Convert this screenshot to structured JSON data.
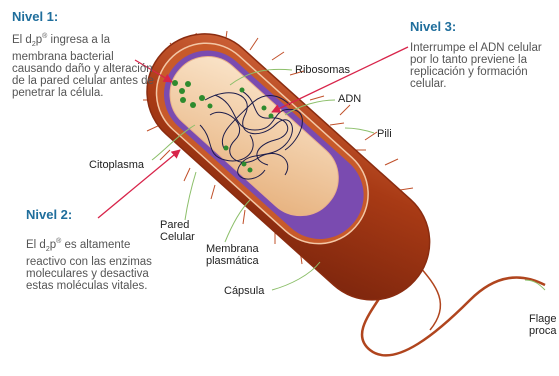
{
  "levels": [
    {
      "title": "Nivel 1:",
      "brand_pre": "El d",
      "brand_sub": "2",
      "brand_post": "p",
      "brand_mark": "®",
      "text": " ingresa a la membrana bacterial causando daño y alteración de la pared celular antes de penetrar la célula."
    },
    {
      "title": "Nivel 2:",
      "brand_pre": "El d",
      "brand_sub": "2",
      "brand_post": "p",
      "brand_mark": "®",
      "text": " es altamente reactivo con las enzimas moleculares y desactiva estas moléculas vitales."
    },
    {
      "title": "Nivel 3:",
      "text": "Interrumpe el ADN celular por lo tanto previene la replicación y formación celular."
    }
  ],
  "labels": {
    "ribosomas": "Ribosomas",
    "adn": "ADN",
    "pili": "Pili",
    "citoplasma": "Citoplasma",
    "pared_line1": "Pared",
    "pared_line2": "Celular",
    "membrana_line1": "Membrana",
    "membrana_line2": "plasmática",
    "capsula": "Cápsula",
    "flagelo_line1": "Flage",
    "flagelo_line2": "proca"
  },
  "colors": {
    "title_blue": "#1f6e9c",
    "arrow_red": "#d8244a",
    "capsule": "#a83a15",
    "membrane": "#7a4bb0",
    "cytoplasm": "#f0c9a0",
    "ribosome": "#2e8b2e",
    "leader_green": "#8cbf6a"
  }
}
